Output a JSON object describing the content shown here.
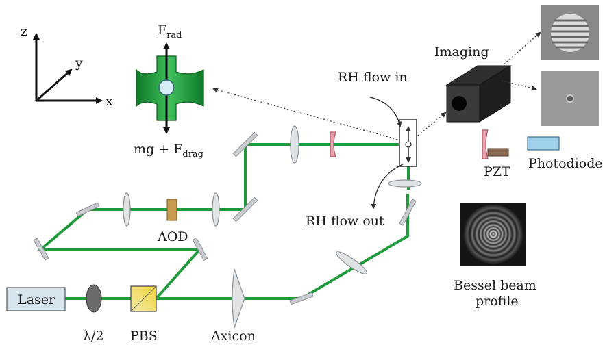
{
  "axes": {
    "x": "x",
    "y": "y",
    "z": "z"
  },
  "force": {
    "top_main": "F",
    "top_sub": "rad",
    "bottom_main": "mg + F",
    "bottom_sub": "drag"
  },
  "labels": {
    "rh_in": "RH flow in",
    "rh_out": "RH flow out",
    "imaging": "Imaging",
    "photodiode": "Photodiode",
    "pzt": "PZT",
    "aod": "AOD",
    "laser": "Laser",
    "half_wave": "λ/2",
    "pbs": "PBS",
    "axicon": "Axicon",
    "bessel_line1": "Bessel beam",
    "bessel_line2": "profile"
  },
  "colors": {
    "beam": "#1f9a3a",
    "beam_dark": "#0e6b24",
    "mirror": "#c9cdd2",
    "lens": "#dfe3e6",
    "cavity_mirror": "#e8a0aa",
    "aod": "#c79a4e",
    "laser_box": "#d6e4ee",
    "photodiode": "#9fd0ec",
    "pzt": "#8a6a52"
  }
}
